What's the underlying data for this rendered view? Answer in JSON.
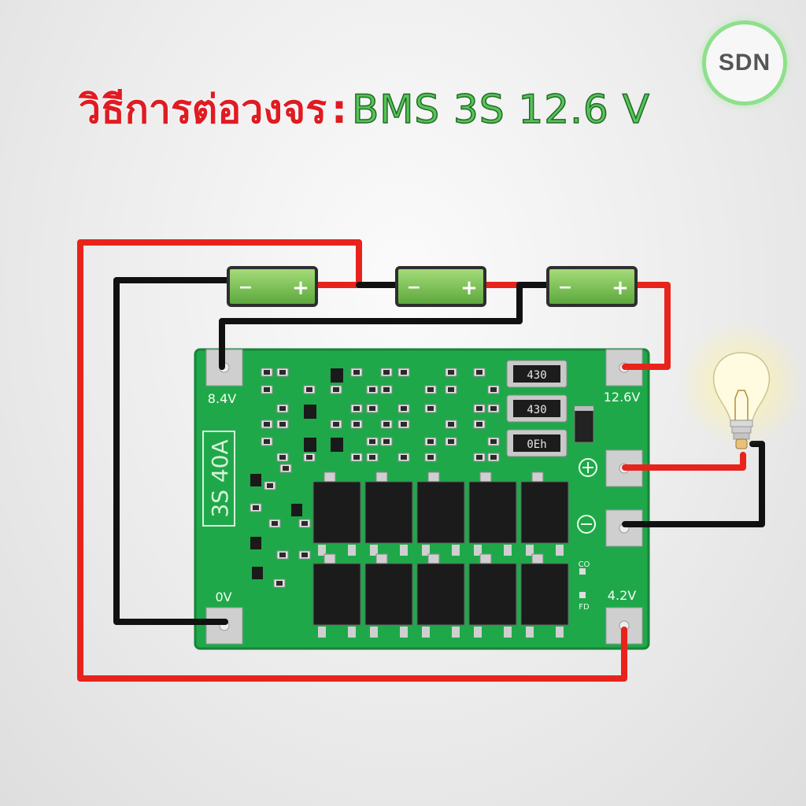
{
  "title": {
    "thai": "วิธีการต่อวงจร",
    "separator": ":",
    "model": "BMS 3S 12.6 V"
  },
  "logo": {
    "text": "SDN"
  },
  "batteries": [
    {
      "negative": "−",
      "positive": "+"
    },
    {
      "negative": "−",
      "positive": "+"
    },
    {
      "negative": "−",
      "positive": "+"
    }
  ],
  "board": {
    "model_label": "3S 40A",
    "pads": {
      "b2": "8.4V",
      "bplus": "12.6V",
      "bminus": "0V",
      "b1": "4.2V"
    },
    "resistors": [
      "430",
      "430",
      "0Eh"
    ],
    "indicators": [
      "CO",
      "FD"
    ],
    "color": "#1fa84a"
  },
  "wire_colors": {
    "positive": "#e8231b",
    "negative": "#111111"
  },
  "load": {
    "icon": "light-bulb-icon"
  }
}
